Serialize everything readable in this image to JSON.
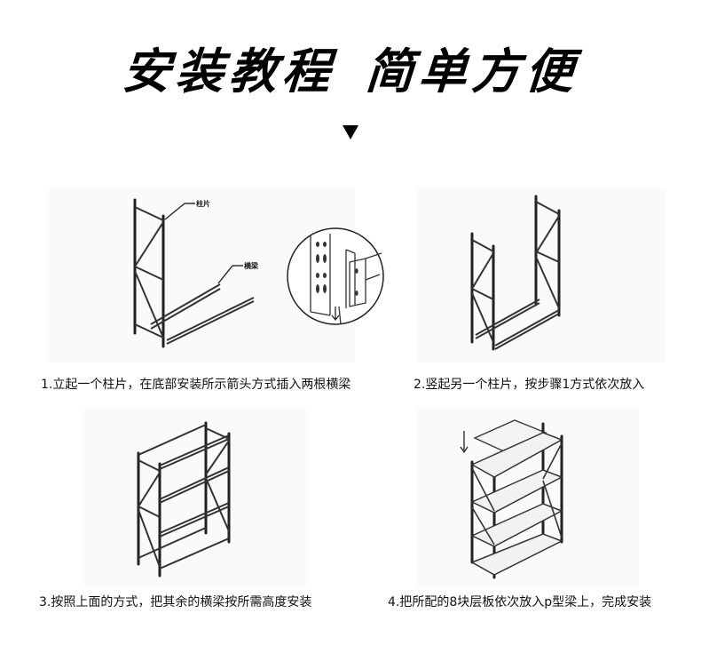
{
  "header": {
    "title_part1": "安装教程",
    "title_part2": "简单方便",
    "indicator_icon": "down-triangle-icon"
  },
  "steps": [
    {
      "number": "1",
      "caption": "1.立起一个柱片，在底部安装所示箭头方式插入两根横梁",
      "callouts": [
        "柱片",
        "横梁"
      ],
      "illustrations": [
        "single-frame-with-two-beams",
        "beam-hook-detail-circle"
      ]
    },
    {
      "number": "2",
      "caption": "2.竖起另一个柱片，按步骤1方式依次放入",
      "illustrations": [
        "two-frames-bottom-beams"
      ]
    },
    {
      "number": "3",
      "caption": "3.按照上面的方式，把其余的横梁按所需高度安装",
      "illustrations": [
        "frame-with-all-beams"
      ]
    },
    {
      "number": "4",
      "caption": "4.把所配的8块层板依次放入p型梁上，完成安装",
      "illustrations": [
        "complete-shelf-with-panels"
      ]
    }
  ],
  "colors": {
    "background": "#ffffff",
    "panel": "#fafafa",
    "ink": "#111111"
  }
}
